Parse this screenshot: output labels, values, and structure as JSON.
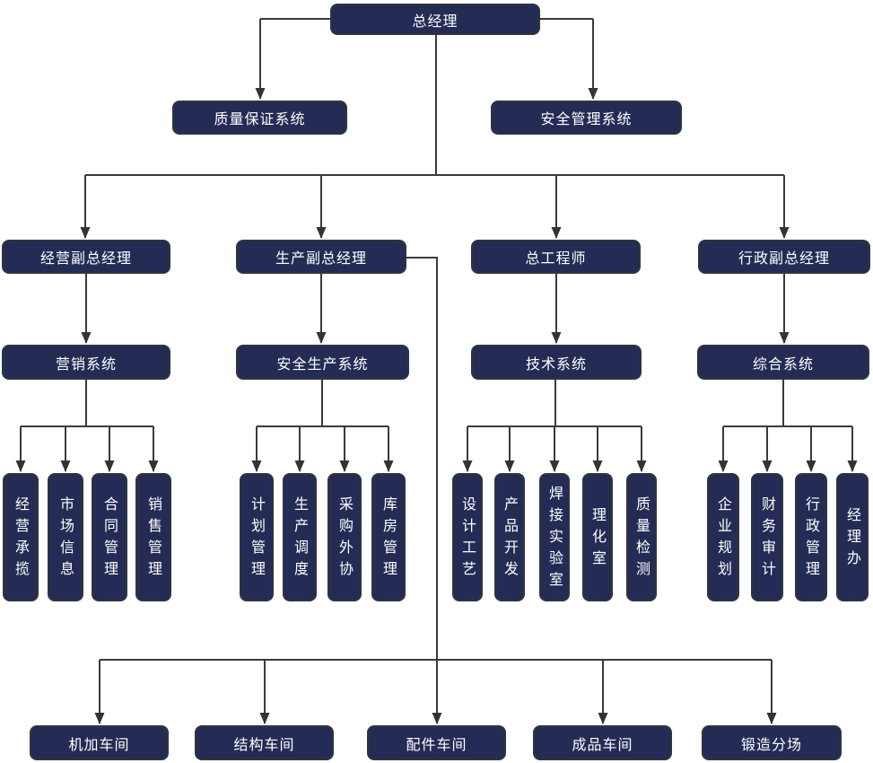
{
  "org": {
    "root": {
      "label": "总经理"
    },
    "staff_systems": [
      {
        "label": "质量保证系统"
      },
      {
        "label": "安全管理系统"
      }
    ],
    "executives": [
      {
        "label": "经营副总经理"
      },
      {
        "label": "生产副总经理"
      },
      {
        "label": "总工程师"
      },
      {
        "label": "行政副总经理"
      }
    ],
    "systems": [
      {
        "label": "营销系统"
      },
      {
        "label": "安全生产系统"
      },
      {
        "label": "技术系统"
      },
      {
        "label": "综合系统"
      }
    ],
    "departments": {
      "marketing": [
        "经营承揽",
        "市场信息",
        "合同管理",
        "销售管理"
      ],
      "production": [
        "计划管理",
        "生产调度",
        "采购外协",
        "库房管理"
      ],
      "technology": [
        "设计工艺",
        "产品开发",
        "焊接实验室",
        "理化室",
        "质量检测"
      ],
      "general": [
        "企业规划",
        "财务审计",
        "行政管理",
        "经理办"
      ]
    },
    "workshops": [
      "机加车间",
      "结构车间",
      "配件车间",
      "成品车间",
      "锻造分场"
    ]
  },
  "colors": {
    "node_fill": "#242c55",
    "node_border": "#30343c",
    "line": "#3a3a3a",
    "arrow": "#333333",
    "text": "#ffffff",
    "background": "#ffffff"
  }
}
